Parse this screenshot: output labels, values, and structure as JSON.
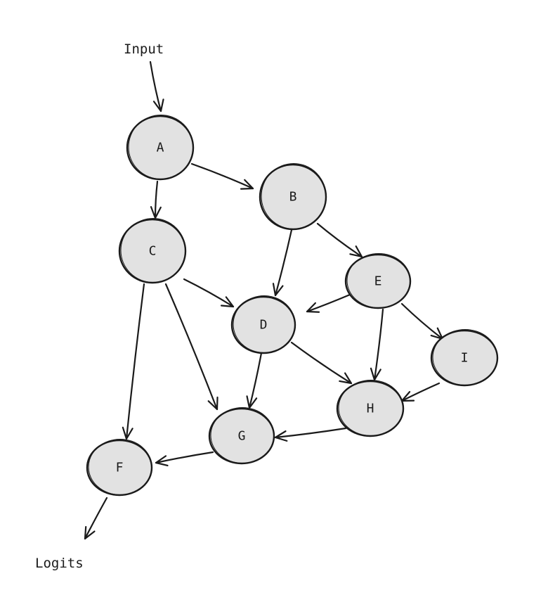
{
  "input_label": "Input",
  "output_label": "Logits",
  "nodes": [
    {
      "id": "A",
      "label": "A"
    },
    {
      "id": "B",
      "label": "B"
    },
    {
      "id": "C",
      "label": "C"
    },
    {
      "id": "D",
      "label": "D"
    },
    {
      "id": "E",
      "label": "E"
    },
    {
      "id": "F",
      "label": "F"
    },
    {
      "id": "G",
      "label": "G"
    },
    {
      "id": "H",
      "label": "H"
    },
    {
      "id": "I",
      "label": "I"
    }
  ],
  "edges": [
    {
      "from": "Input",
      "to": "A"
    },
    {
      "from": "A",
      "to": "B"
    },
    {
      "from": "A",
      "to": "C"
    },
    {
      "from": "B",
      "to": "D"
    },
    {
      "from": "B",
      "to": "E"
    },
    {
      "from": "C",
      "to": "D"
    },
    {
      "from": "C",
      "to": "F"
    },
    {
      "from": "C",
      "to": "G"
    },
    {
      "from": "E",
      "to": "D"
    },
    {
      "from": "E",
      "to": "H"
    },
    {
      "from": "E",
      "to": "I"
    },
    {
      "from": "D",
      "to": "G"
    },
    {
      "from": "D",
      "to": "H"
    },
    {
      "from": "I",
      "to": "H"
    },
    {
      "from": "H",
      "to": "G"
    },
    {
      "from": "G",
      "to": "F"
    },
    {
      "from": "F",
      "to": "Logits"
    }
  ]
}
